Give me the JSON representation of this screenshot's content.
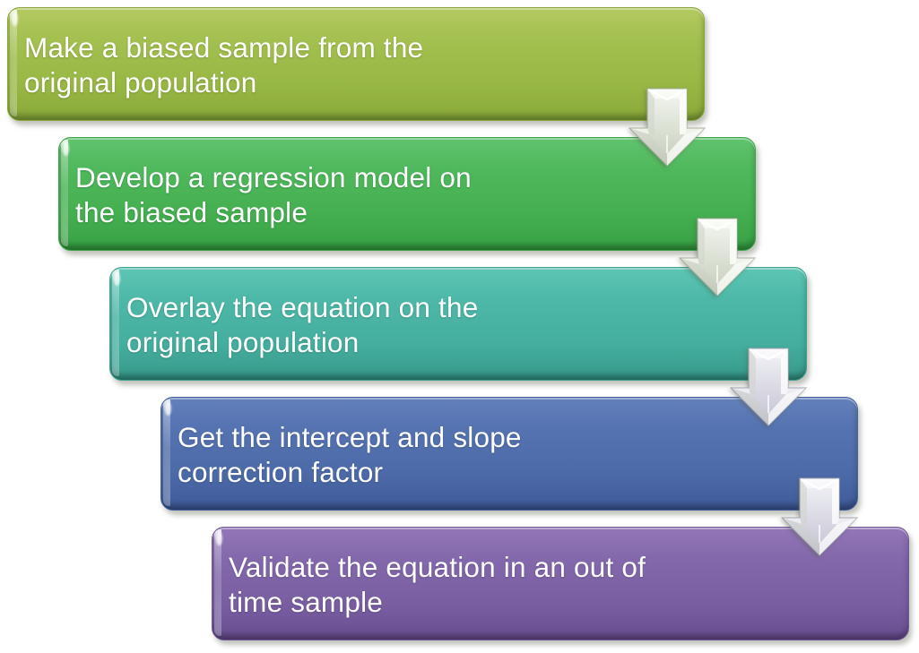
{
  "diagram": {
    "type": "step-down-process",
    "background_color": "#ffffff",
    "text_color": "#ffffff",
    "connector_icon": "down-arrow",
    "connector_fill": "#e9ede3",
    "steps": [
      {
        "label": "Make a biased sample from the original population",
        "lines": [
          "Make a biased sample from the",
          "original population"
        ],
        "color": "#9cbb47"
      },
      {
        "label": "Develop a regression model on the biased sample",
        "lines": [
          "Develop a regression model on",
          "the biased sample"
        ],
        "color": "#47b254"
      },
      {
        "label": "Overlay the equation on the original population",
        "lines": [
          "Overlay the equation on the",
          "original population"
        ],
        "color": "#48b3a3"
      },
      {
        "label": "Get the intercept and slope correction factor",
        "lines": [
          "Get the intercept and slope",
          "correction factor"
        ],
        "color": "#4f6dac"
      },
      {
        "label": "Validate the equation in an out of time sample",
        "lines": [
          "Validate the equation in an out of",
          "time sample"
        ],
        "color": "#7e62a6"
      }
    ]
  }
}
